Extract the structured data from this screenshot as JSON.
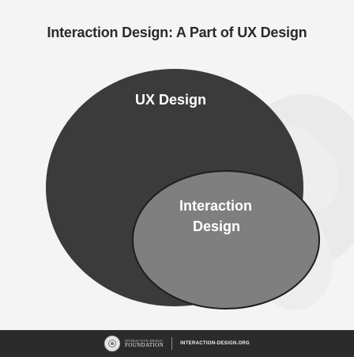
{
  "title": "Interaction Design: A Part of UX Design",
  "diagram": {
    "outer_label": "UX Design",
    "inner_label_line1": "Interaction",
    "inner_label_line2": "Design"
  },
  "footer": {
    "logo_top": "INTERACTION DESIGN",
    "logo_bottom": "FOUNDATION",
    "site": "INTERACTION-DESIGN.ORG"
  },
  "colors": {
    "background": "#f4f4f4",
    "outer_fill": "#3b3b3b",
    "inner_fill": "#7f7f7f",
    "footer": "#2b2b2b"
  }
}
